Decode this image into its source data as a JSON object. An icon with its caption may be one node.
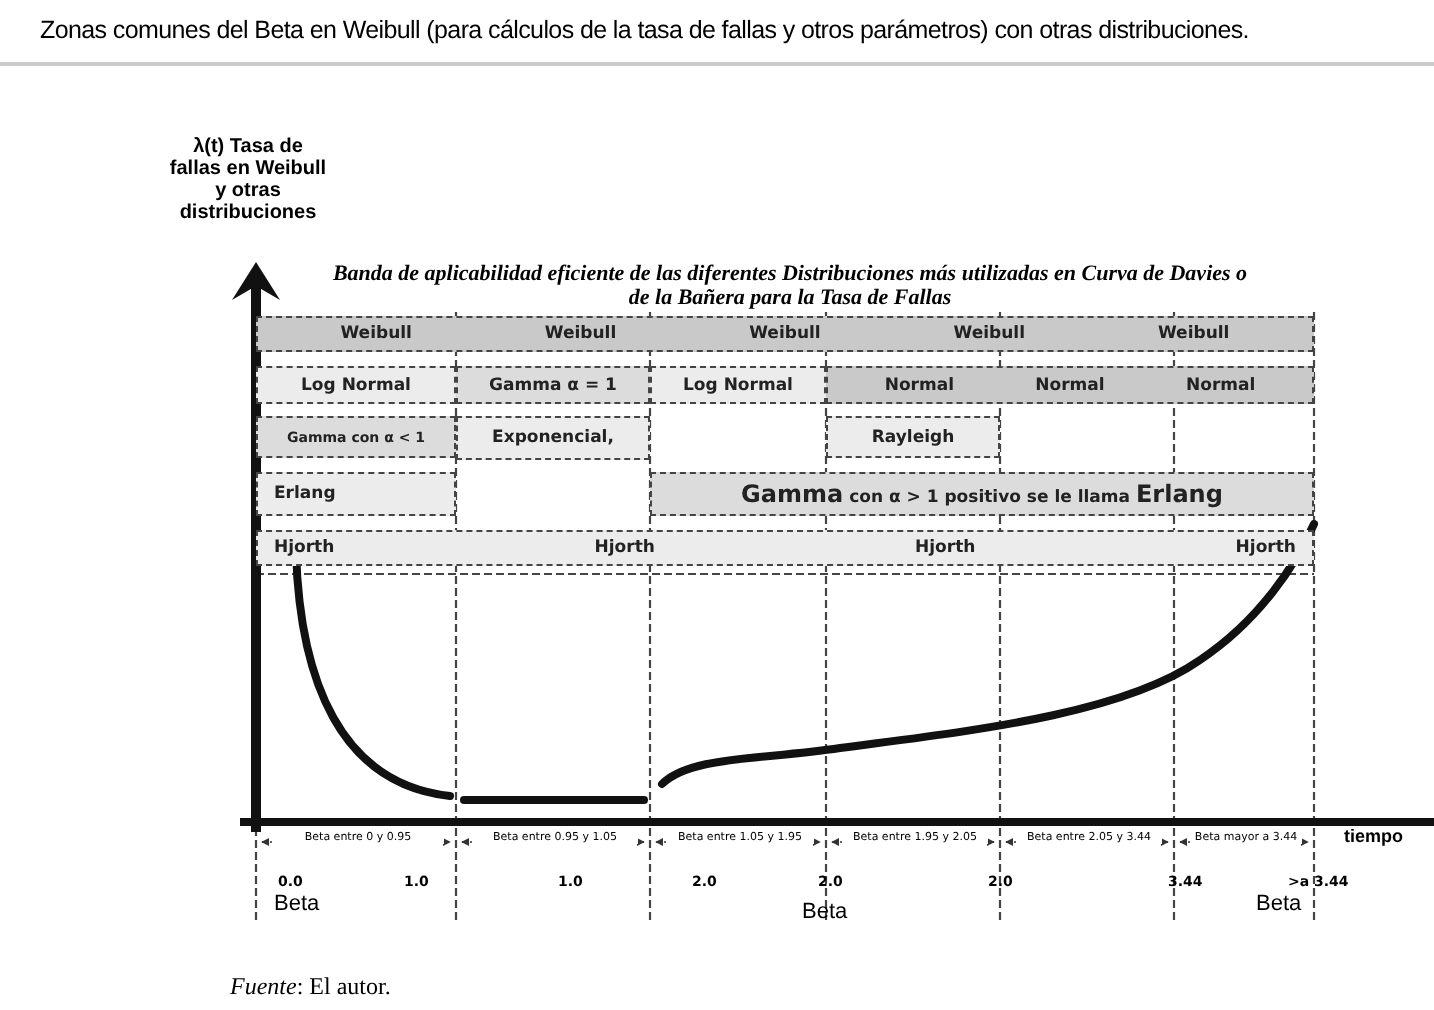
{
  "diagram": {
    "title": "Zonas comunes del Beta en Weibull (para cálculos de la tasa de fallas y otros parámetros) con otras distribuciones.",
    "caption": "*Fuente*: El autor.",
    "nodes": [
      {
        "text": [
          "Weibull",
          "Weibull",
          "Weibull",
          "Weibull",
          "Weibull"
        ]
      },
      {
        "text": [
          "Log Normal"
        ]
      },
      {
        "text": [
          "Gamma α = 1"
        ]
      },
      {
        "text": [
          "Log Normal"
        ]
      },
      {
        "text": [
          "Normal",
          "Normal",
          "Normal"
        ]
      },
      {
        "text": [
          "Gamma con α < 1"
        ]
      },
      {
        "text": [
          "Exponencial,"
        ]
      },
      {
        "text": [
          "Rayleigh"
        ]
      },
      {
        "text": [
          "Erlang"
        ]
      },
      {
        "text": [
          "**Gamma** con α > 1 positivo se le llama **Erlang**"
        ]
      },
      {
        "text": [
          "Hjorth",
          "Hjorth",
          "Hjorth",
          "Hjorth"
        ]
      }
    ],
    "labels": [
      "λ(t) Tasa de fallas en Weibull y otras distribuciones",
      "Banda de aplicabilidad eficiente de las diferentes Distribuciones más utilizadas en Curva de Davies o de la Bañera para la Tasa de Fallas",
      "Beta entre 0 y 0.95",
      "Beta entre 0.95 y 1.05",
      "Beta entre 1.05 y 1.95",
      "Beta entre 1.95 y 2.05",
      "Beta entre 2.05 y 3.44",
      "Beta mayor a 3.44",
      "tiempo",
      "0.0",
      "1.0",
      "1.0",
      "2.0",
      "2.0",
      "2.0",
      "3.44",
      ">a 3.44",
      "Beta",
      "Beta",
      "Beta"
    ]
  }
}
